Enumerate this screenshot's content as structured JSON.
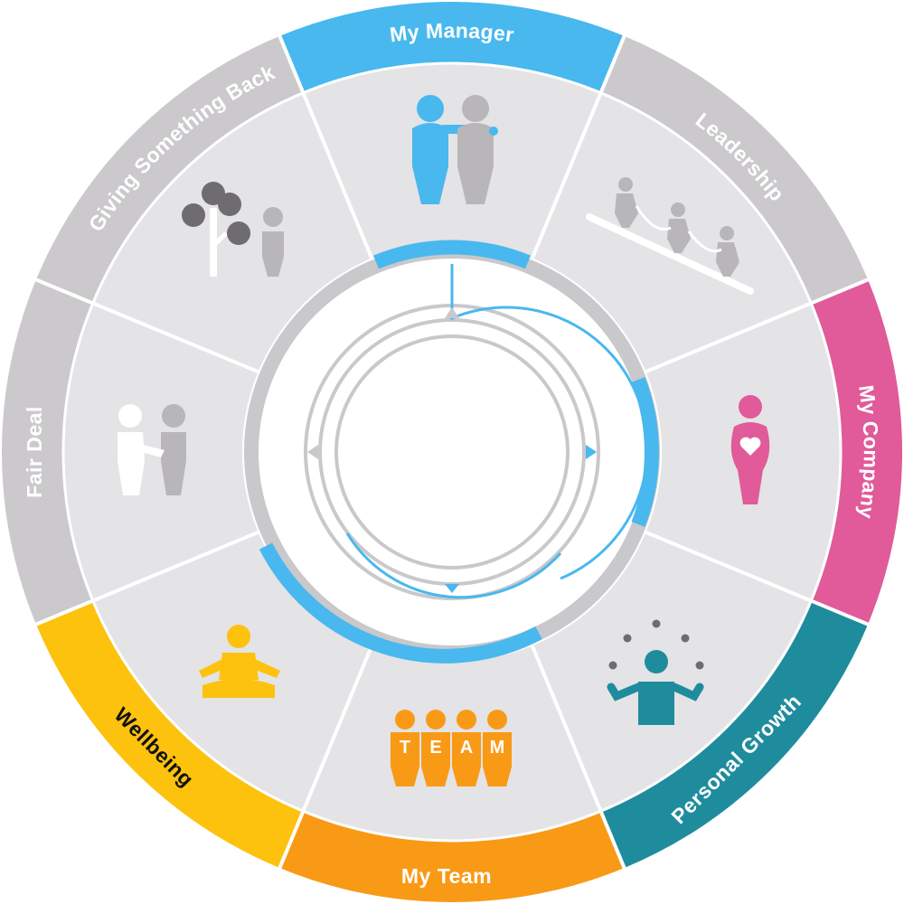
{
  "diagram": {
    "segments": [
      {
        "id": "my-manager",
        "label": "My Manager",
        "color": "#48b8ef",
        "text_color": "#ffffff",
        "icon": "manager-mentoring-icon"
      },
      {
        "id": "leadership",
        "label": "Leadership",
        "color": "#cbc9cc",
        "text_color": "#ffffff",
        "icon": "leadership-rope-icon"
      },
      {
        "id": "my-company",
        "label": "My Company",
        "color": "#e15a99",
        "text_color": "#ffffff",
        "icon": "company-heart-person-icon"
      },
      {
        "id": "personal-growth",
        "label": "Personal Growth",
        "color": "#1f8c9d",
        "text_color": "#ffffff",
        "icon": "juggling-person-icon"
      },
      {
        "id": "my-team",
        "label": "My Team",
        "color": "#f89a16",
        "text_color": "#ffffff",
        "icon": "team-people-icon"
      },
      {
        "id": "wellbeing",
        "label": "Wellbeing",
        "color": "#fdc20e",
        "text_color": "#111111",
        "icon": "meditation-icon"
      },
      {
        "id": "fair-deal",
        "label": "Fair Deal",
        "color": "#cbc9cc",
        "text_color": "#ffffff",
        "icon": "handshake-icon"
      },
      {
        "id": "giving-something-back",
        "label": "Giving Something Back",
        "color": "#cbc9cc",
        "text_color": "#ffffff",
        "icon": "tree-volunteer-icon"
      }
    ],
    "team_letters": [
      "T",
      "E",
      "A",
      "M"
    ],
    "colors": {
      "inner_panel": "#e4e3e6",
      "divider": "#ffffff",
      "ring_grey": "#c9c8cb",
      "accent_blue": "#48b8ef",
      "icon_grey": "#b8b6b9",
      "icon_dark": "#6e6c6f",
      "icon_white": "#ffffff"
    }
  }
}
